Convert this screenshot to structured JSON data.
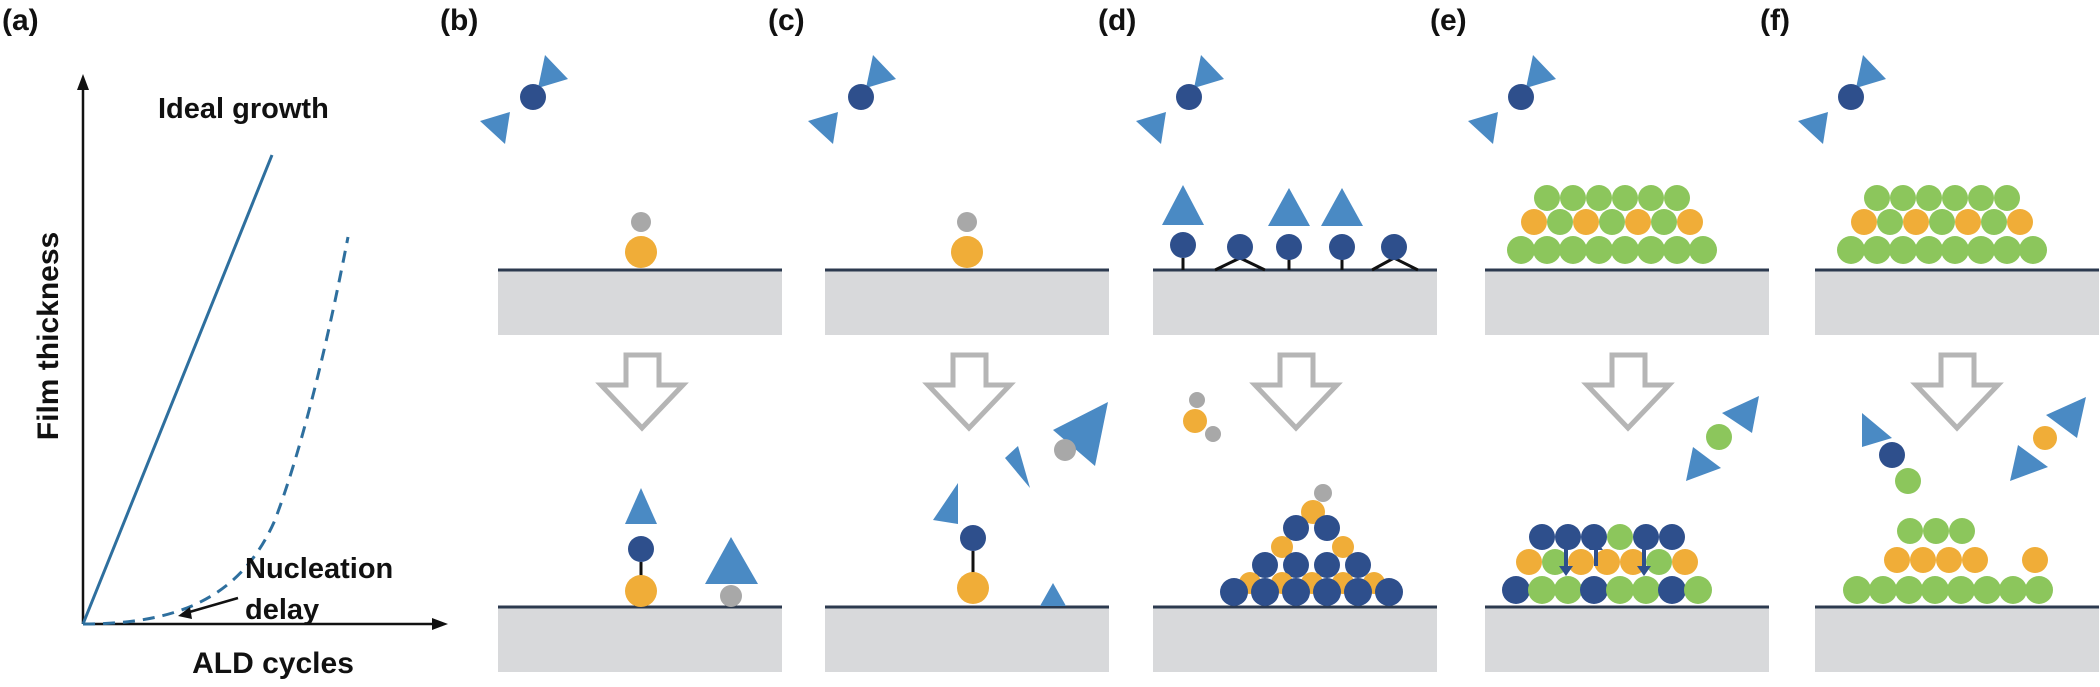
{
  "panel_labels": {
    "a": "(a)",
    "b": "(b)",
    "c": "(c)",
    "d": "(d)",
    "e": "(e)",
    "f": "(f)"
  },
  "plot": {
    "ylabel": "Film thickness",
    "xlabel": "ALD cycles",
    "ideal_label": "Ideal growth",
    "nucleation_label_line1": "Nucleation",
    "nucleation_label_line2": "delay"
  },
  "colors": {
    "precursor_metal": "#2e4f8c",
    "ligand_triangle": "#4a8ac4",
    "substrate_atom": "#f0ad38",
    "hydrogen": "#a8a8a8",
    "deposited_film": "#8cc65c",
    "substrate": "#d8d9db",
    "surface_line": "#2c3a4f",
    "arrow_outline": "#b5b5b5",
    "curve": "#2e6f9e"
  }
}
